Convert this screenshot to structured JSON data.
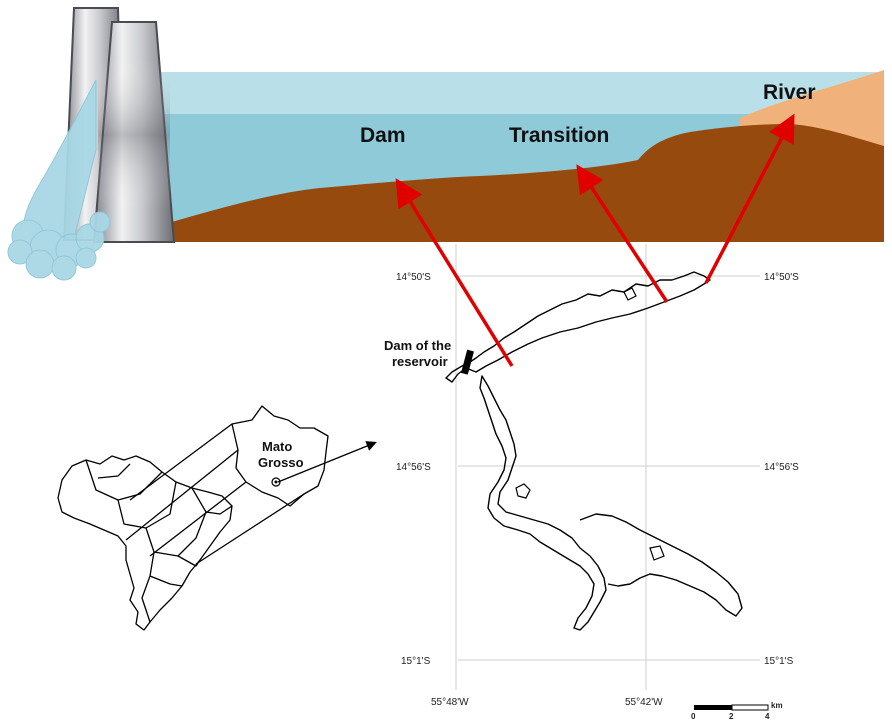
{
  "profile": {
    "zones": [
      "Dam",
      "Transition",
      "River"
    ],
    "colors": {
      "water_surface": "#b9dfe8",
      "water_deep": "#8fcad9",
      "sediment": "#964a0d",
      "river_bank": "#f0b27a",
      "arrow": "#e00000"
    }
  },
  "map": {
    "dam_label_line1": "Dam of the",
    "dam_label_line2": "reservoir",
    "state_label_line1": "Mato",
    "state_label_line2": "Grosso",
    "lat_labels": [
      "14°50'S",
      "14°56'S",
      "15°1'S"
    ],
    "lon_labels": [
      "55°48'W",
      "55°42'W"
    ],
    "scale": {
      "ticks": [
        "0",
        "2",
        "4"
      ],
      "unit": "km"
    }
  }
}
